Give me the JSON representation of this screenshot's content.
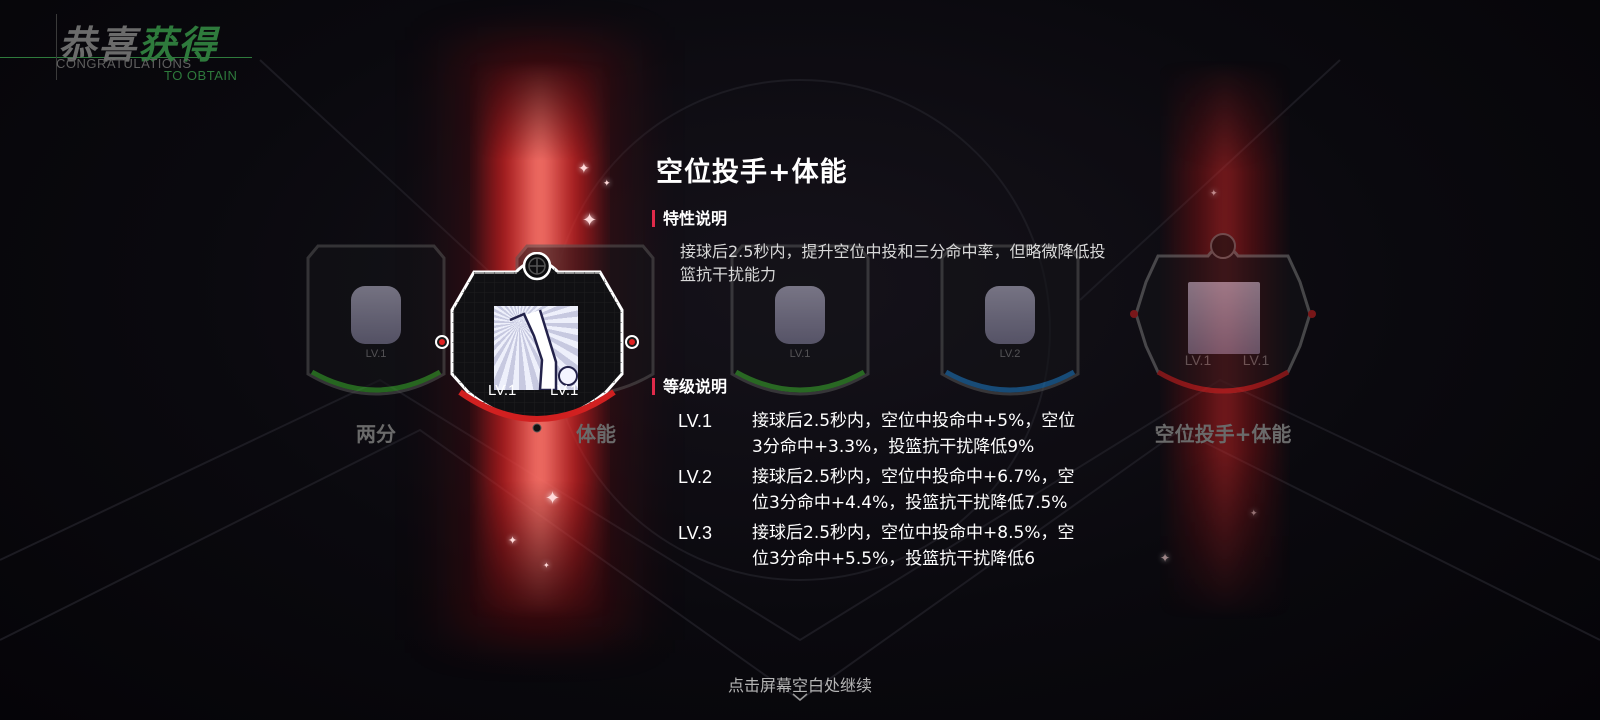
{
  "header": {
    "title_part1": "恭喜",
    "title_part2": "获得",
    "subtitle_line1": "CONGRATULATIONS",
    "subtitle_line2": "TO OBTAIN"
  },
  "cards": [
    {
      "name": "两分",
      "level": "LV.1",
      "accent": "#3cb22e"
    },
    {
      "name": "体能",
      "level": "",
      "accent": "#3cb22e"
    },
    {
      "name": "",
      "level": "LV.1",
      "accent": "#3cb22e"
    },
    {
      "name": "",
      "level": "LV.2",
      "accent": "#1e7ec8"
    },
    {
      "name": "空位投手+体能",
      "level_a": "LV.1",
      "level_b": "LV.1",
      "accent": "#d12020"
    }
  ],
  "featured_card": {
    "level_a": "LV.1",
    "level_b": "LV.1",
    "accent": "#d12020"
  },
  "info": {
    "title": "空位投手+体能",
    "trait_heading": "特性说明",
    "trait_text": "接球后2.5秒内，提升空位中投和三分命中率，但略微降低投篮抗干扰能力",
    "level_heading": "等级说明",
    "levels": [
      {
        "tag": "LV.1",
        "text": "接球后2.5秒内，空位中投命中+5%，空位3分命中+3.3%，投篮抗干扰降低9%"
      },
      {
        "tag": "LV.2",
        "text": "接球后2.5秒内，空位中投命中+6.7%，空位3分命中+4.4%，投篮抗干扰降低7.5%"
      },
      {
        "tag": "LV.3",
        "text": "接球后2.5秒内，空位中投命中+8.5%，空位3分命中+5.5%，投篮抗干扰降低6"
      }
    ]
  },
  "continue_hint": "点击屏幕空白处继续",
  "icons": {
    "chevron": "chevron-down-icon",
    "ball": "basketball-icon",
    "sparkle": "sparkle-icon"
  }
}
